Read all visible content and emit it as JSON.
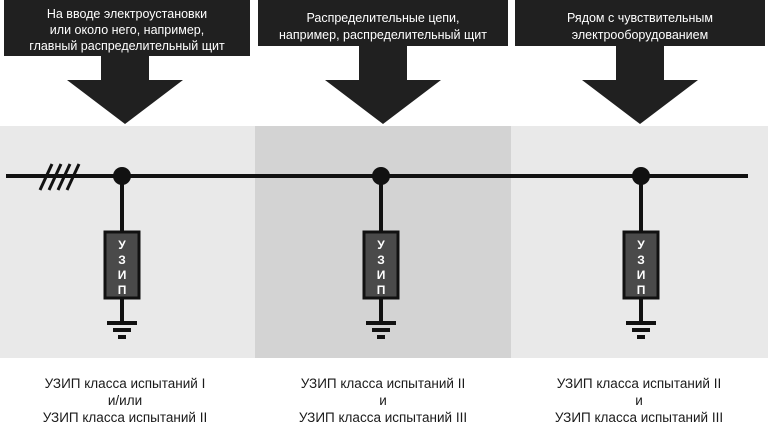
{
  "zones": [
    {
      "header": [
        "На вводе электроустановки",
        "или около него, например,",
        "главный распределительный щит"
      ],
      "device_label": [
        "У",
        "З",
        "И",
        "П"
      ],
      "caption": [
        "УЗИП класса испытаний I",
        "и/или",
        "УЗИП класса испытаний II"
      ]
    },
    {
      "header": [
        "Распределительные цепи,",
        "например, распределительный щит"
      ],
      "device_label": [
        "У",
        "З",
        "И",
        "П"
      ],
      "caption": [
        "УЗИП класса испытаний II",
        "и",
        "УЗИП класса испытаний III"
      ]
    },
    {
      "header": [
        "Рядом с чувствительным",
        "электрооборудованием"
      ],
      "device_label": [
        "У",
        "З",
        "И",
        "П"
      ],
      "caption": [
        "УЗИП класса испытаний II",
        "и",
        "УЗИП класса испытаний III"
      ]
    }
  ],
  "colors": {
    "band_outer": "#e9e9e9",
    "band_middle": "#d3d3d3",
    "header_fill": "#202020",
    "device_fill": "#4a4a4a",
    "line": "#111111"
  }
}
